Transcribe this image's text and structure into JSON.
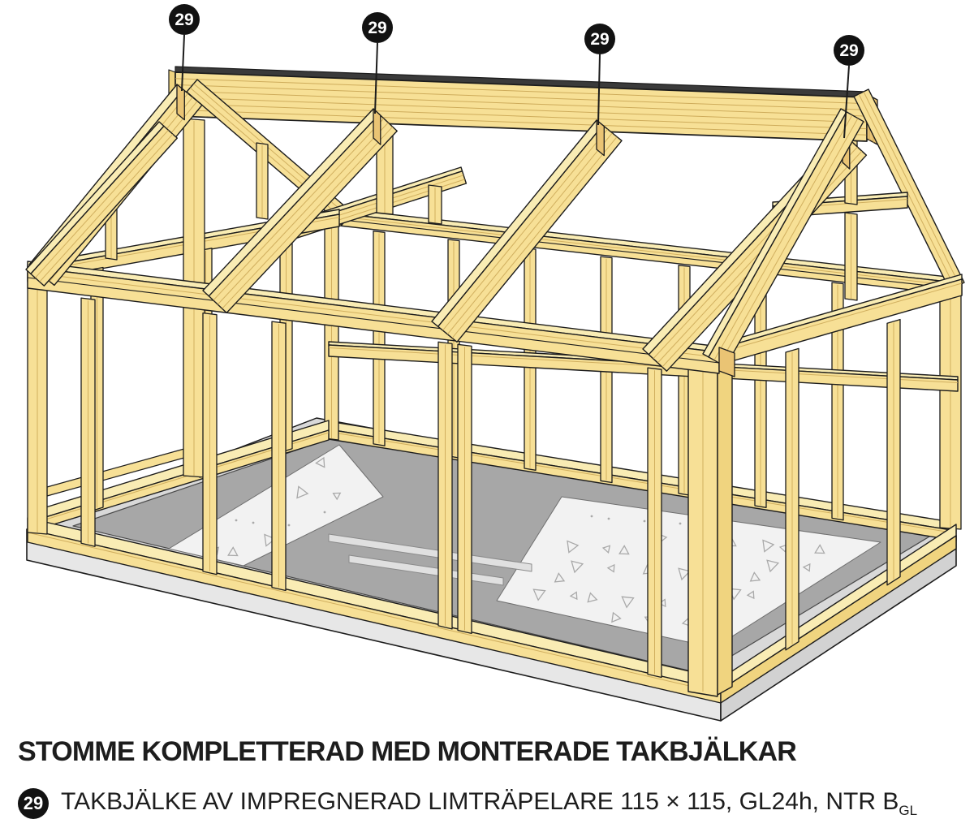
{
  "figure": {
    "type": "assembly-step-diagram",
    "title": "STOMME KOMPLETTERAD MED MONTERADE TAKBJÄLKAR",
    "legend_items": [
      {
        "ref": "29",
        "text": "TAKBJÄLKE AV IMPREGNERAD LIMTRÄPELARE 115 × 115, GL24h, NTR B",
        "text_subscript": "GL"
      }
    ]
  },
  "callouts": [
    {
      "number": "29"
    },
    {
      "number": "29"
    },
    {
      "number": "29"
    },
    {
      "number": "29"
    }
  ],
  "colors": {
    "title_color": "#1D1D1D",
    "badge_bg": "#121212",
    "badge_text": "#FFFFFF",
    "leader": "#1C1C1C",
    "outline": "#1C1C1C",
    "wood_top": "#F9ECB4",
    "wood_face": "#F7E096",
    "wood_shade": "#F0D47F",
    "wood_end": "#EAC474",
    "wood_grain": "#C7A251",
    "ridge_top_edge": "#3A3A3A",
    "slab_front": "#E7E7E7",
    "slab_side": "#D2D2D2",
    "slab_top": "#D9D9D9",
    "floor_dark": "#A7A7A7",
    "pad": "#F2F2F2",
    "speck": "#A9A9A9",
    "bearer": "#E0E0E0"
  }
}
